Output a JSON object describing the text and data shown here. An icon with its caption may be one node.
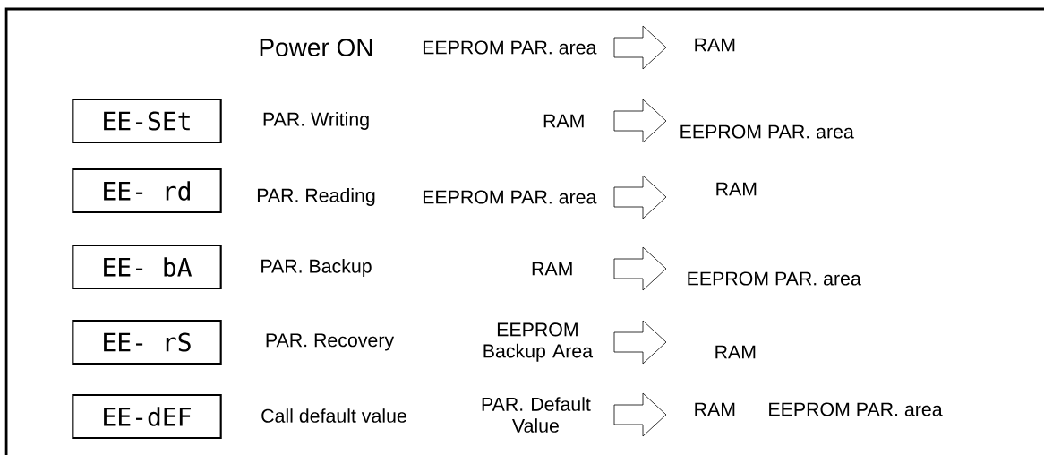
{
  "diagram": {
    "nodes": [
      {
        "text": [
          "EEPROM PAR. area"
        ]
      },
      {
        "text": [
          "RAM"
        ]
      },
      {
        "text": [
          "EE-SEt"
        ]
      },
      {
        "text": [
          "RAM"
        ]
      },
      {
        "text": [
          "EEPROM PAR. area"
        ]
      },
      {
        "text": [
          "EE- rd"
        ]
      },
      {
        "text": [
          "EEPROM PAR. area"
        ]
      },
      {
        "text": [
          "RAM"
        ]
      },
      {
        "text": [
          "EE- bA"
        ]
      },
      {
        "text": [
          "RAM"
        ]
      },
      {
        "text": [
          "EEPROM PAR. area"
        ]
      },
      {
        "text": [
          "EE- rS"
        ]
      },
      {
        "text": [
          "EEPROM Backup Area"
        ]
      },
      {
        "text": [
          "RAM"
        ]
      },
      {
        "text": [
          "EE-dEF"
        ]
      },
      {
        "text": [
          "PAR. Default Value"
        ]
      },
      {
        "text": [
          "RAM"
        ]
      }
    ],
    "edges": [
      {
        "from": 0,
        "to": 1,
        "arrow": "to"
      },
      {
        "from": 3,
        "to": 4,
        "arrow": "to"
      },
      {
        "from": 6,
        "to": 7,
        "arrow": "to"
      },
      {
        "from": 9,
        "to": 10,
        "arrow": "to"
      },
      {
        "from": 12,
        "to": 13,
        "arrow": "to"
      },
      {
        "from": 15,
        "to": 16,
        "arrow": "to"
      }
    ],
    "labels": [
      "Power ON",
      "PAR. Writing",
      "PAR. Reading",
      "PAR. Backup",
      "PAR. Recovery",
      "Call default value",
      "EEPROM PAR. area"
    ]
  }
}
